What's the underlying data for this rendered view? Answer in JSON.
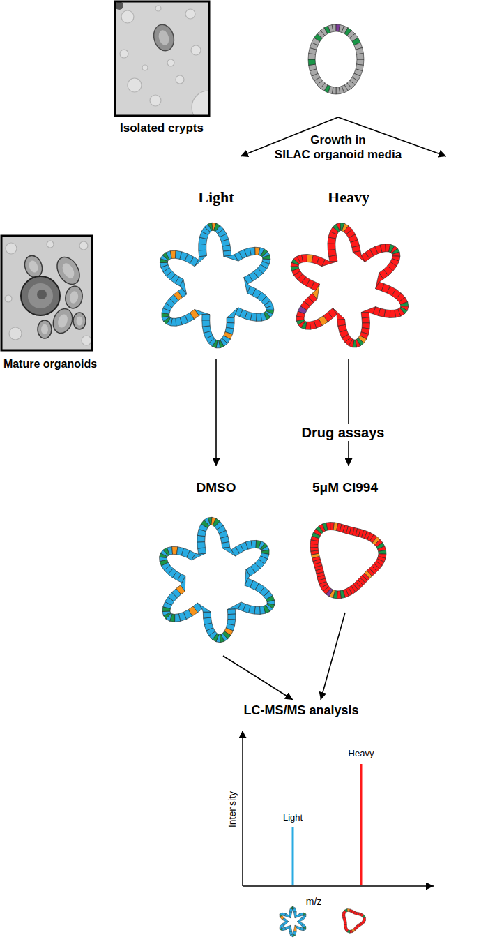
{
  "diagram": {
    "nodes": [
      {
        "text": [
          "Isolated crypts"
        ]
      },
      {
        "text": [
          "Light"
        ]
      },
      {
        "text": [
          "Heavy"
        ]
      },
      {
        "text": [
          "Mature organoids"
        ]
      },
      {
        "text": [
          "DMSO"
        ]
      },
      {
        "text": [
          "5μM CI994"
        ]
      },
      {
        "text": [
          "LC-MS/MS analysis"
        ]
      }
    ],
    "edges": [
      {
        "from": 0,
        "to": 1,
        "arrow": "to"
      },
      {
        "from": 0,
        "to": 2,
        "arrow": "to"
      },
      {
        "from": 1,
        "to": 4,
        "arrow": "to"
      },
      {
        "from": 2,
        "to": 5,
        "arrow": "to"
      },
      {
        "from": 4,
        "to": 6,
        "arrow": "to"
      },
      {
        "from": 5,
        "to": 6,
        "arrow": "to"
      }
    ],
    "labels": [
      "Growth in SILAC organoid media",
      "Drug assays",
      "Intensity",
      "m/z",
      "Light",
      "Heavy"
    ]
  }
}
